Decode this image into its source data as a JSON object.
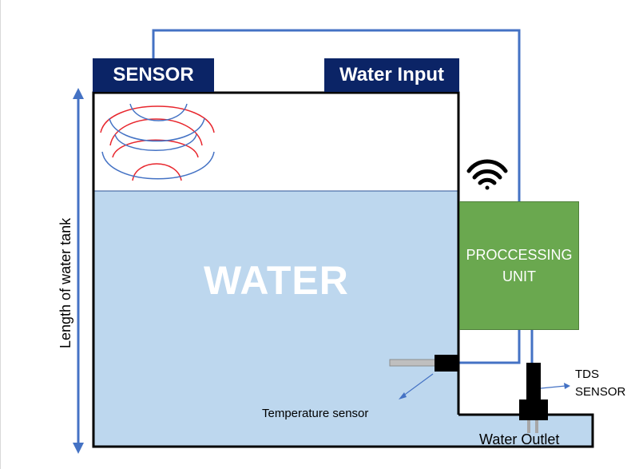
{
  "labels": {
    "sensor": "SENSOR",
    "water_input": "Water Input",
    "water": "WATER",
    "processing_unit_line1": "PROCCESSING",
    "processing_unit_line2": "UNIT",
    "tds_line1": "TDS",
    "tds_line2": "SENSOR",
    "temperature_sensor": "Temperature sensor",
    "water_outlet": "Water Outlet",
    "length_label": "Length of water tank"
  },
  "colors": {
    "header_box": "#0b2466",
    "water_fill": "#bdd7ee",
    "processing_unit": "#6aa84f",
    "wire": "#4472c4",
    "wave_red": "#e8262d",
    "wave_blue": "#4472c4",
    "tank_outline": "#000000"
  },
  "icons": {
    "wifi": "wifi-icon",
    "length_arrow": "double-arrow-icon"
  }
}
